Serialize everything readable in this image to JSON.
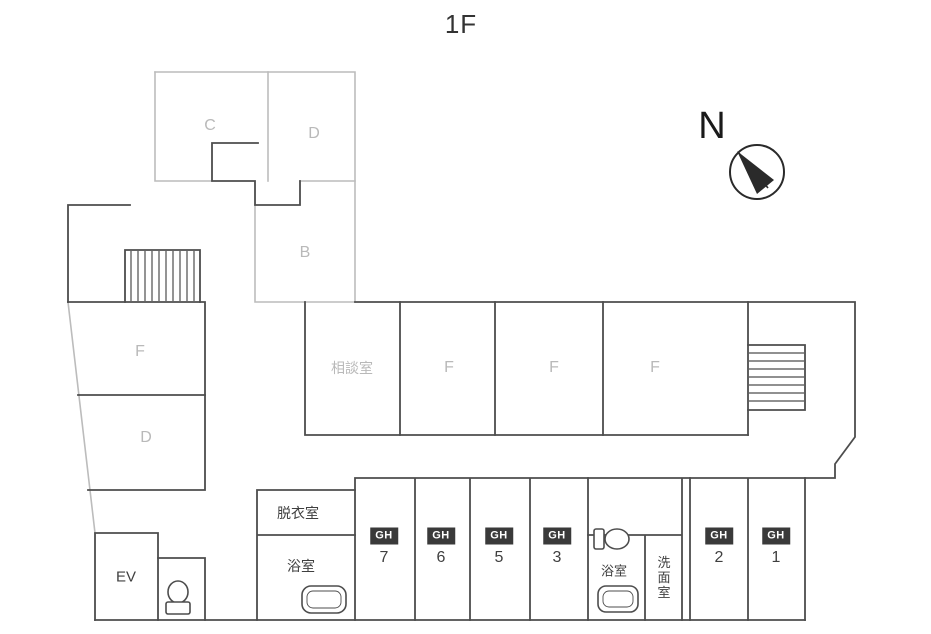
{
  "page": {
    "title": "1F"
  },
  "compass": {
    "label": "N",
    "icon": "north-arrow-icon"
  },
  "rooms": {
    "c": "C",
    "d_upper": "D",
    "b": "B",
    "f_west": "F",
    "d_west": "D",
    "consult": "相談室",
    "f_1": "F",
    "f_2": "F",
    "f_3": "F",
    "dressing": "脱衣室",
    "bath_west": "浴室",
    "bath_east": "浴室",
    "washroom": "洗面室",
    "elevator": "EV"
  },
  "gh_units": [
    {
      "badge": "GH",
      "number": "7"
    },
    {
      "badge": "GH",
      "number": "6"
    },
    {
      "badge": "GH",
      "number": "5"
    },
    {
      "badge": "GH",
      "number": "3"
    },
    {
      "badge": "GH",
      "number": "2"
    },
    {
      "badge": "GH",
      "number": "1"
    }
  ],
  "icons": {
    "north_arrow": "north-arrow-icon",
    "stairs_upper": "stairs-icon",
    "stairs_east": "stairs-icon",
    "bathtub_west": "bathtub-icon",
    "bathtub_east": "bathtub-icon",
    "toilet_west": "toilet-icon",
    "toilet_center": "toilet-icon"
  },
  "colors": {
    "wall_dark": "#4d4d4d",
    "wall_light": "#bcbcbc",
    "label_gray": "#b9b9b9",
    "label_dark": "#3f3f3f",
    "badge_bg": "#3a3a3a",
    "badge_text": "#ffffff"
  }
}
